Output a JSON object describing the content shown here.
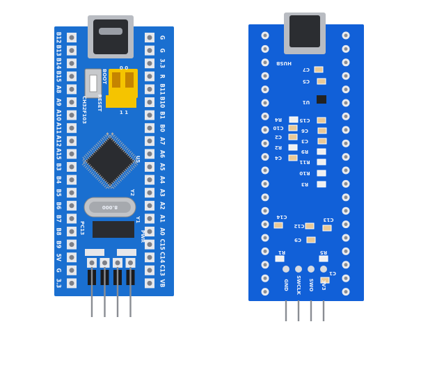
{
  "colors": {
    "pcb": "#1a6fd0",
    "pcb_back": "#1160d8",
    "silk": "#f4f6fb",
    "pad": "#d9dde4",
    "chip": "#2a2c30",
    "jumper": "#f5c400"
  },
  "front": {
    "left_pins": [
      "B12",
      "B13",
      "B14",
      "B15",
      "A8",
      "A9",
      "A10",
      "A11",
      "A12",
      "A15",
      "B3",
      "B4",
      "B5",
      "B6",
      "B7",
      "B8",
      "B9",
      "5V",
      "G",
      "3.3"
    ],
    "right_pins": [
      "G",
      "G",
      "3.3",
      "R",
      "B11",
      "B10",
      "B1",
      "B0",
      "A7",
      "A6",
      "A5",
      "A4",
      "A3",
      "A2",
      "A1",
      "A0",
      "C15",
      "C14",
      "C13",
      "VB"
    ],
    "labels": {
      "reset": "RESET",
      "boot": "BOOT",
      "chip_ref": "CH32F103",
      "u_ref": "U5",
      "y2": "Y2",
      "crystal": "8.000",
      "y1": "Y1",
      "pc13": "PC13",
      "pwr": "PWR",
      "jumper_top": "0 0",
      "jumper_bottom": "1 1"
    }
  },
  "back": {
    "usb": "HUSB",
    "components": [
      "C7",
      "C5",
      "U1",
      "R4",
      "C10",
      "C2",
      "R2",
      "C4",
      "C15",
      "C6",
      "C3",
      "R9",
      "R11",
      "R10",
      "R3",
      "C14",
      "C12",
      "C13",
      "C9",
      "R1",
      "R5",
      "C1"
    ],
    "swd_pins": [
      "GND",
      "SWCLK",
      "SWO",
      "3V3"
    ]
  }
}
